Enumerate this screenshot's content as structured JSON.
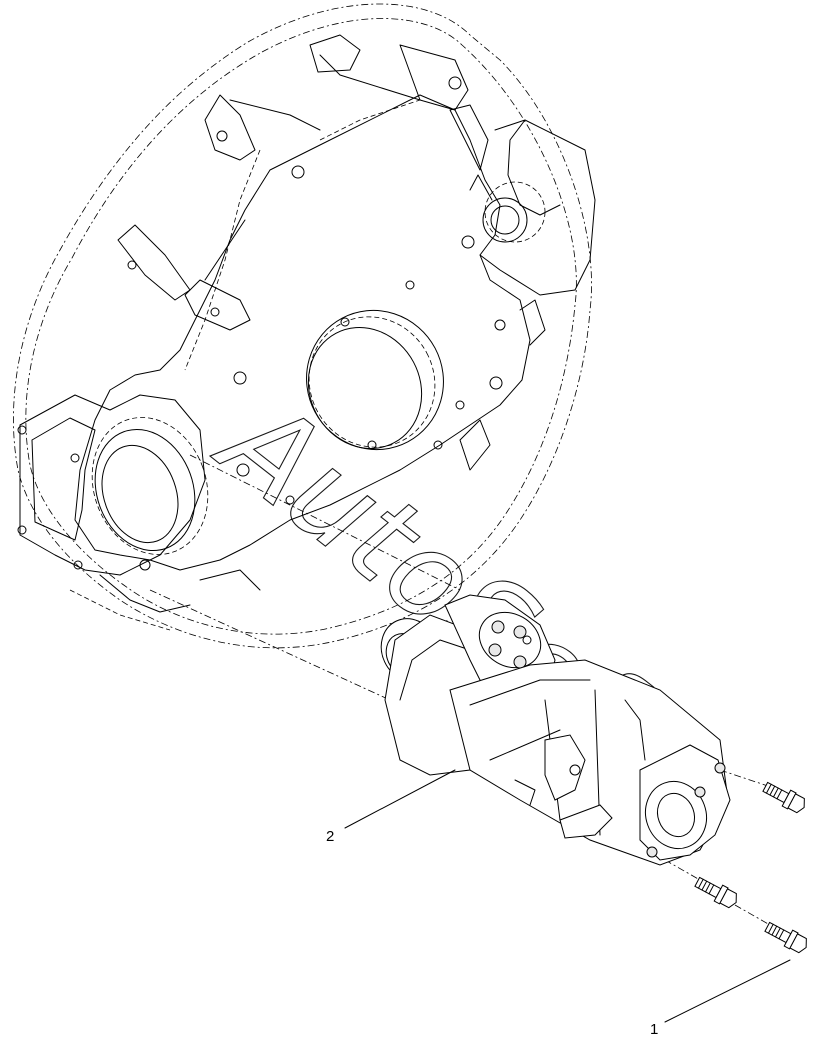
{
  "diagram": {
    "callouts": [
      {
        "id": "1",
        "label": "1"
      },
      {
        "id": "2",
        "label": "2"
      }
    ],
    "watermark": "AutoSoft"
  }
}
